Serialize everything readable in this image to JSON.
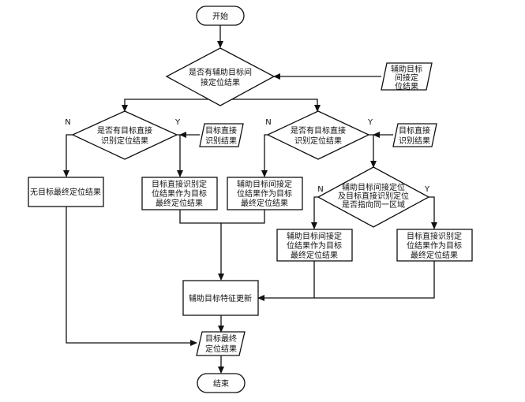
{
  "flowchart": {
    "start": "开始",
    "end": "结束",
    "decision_main": [
      "是否有辅助目标间",
      "接定位结果"
    ],
    "input_aux_result": [
      "辅助目标",
      "间接定",
      "位结果"
    ],
    "decision_left": [
      "是否有目标直接",
      "识别定位结果"
    ],
    "decision_right": [
      "是否有目标直接",
      "识别定位结果"
    ],
    "input_direct_left": [
      "目标直接",
      "识别结果"
    ],
    "input_direct_right": [
      "目标直接",
      "识别结果"
    ],
    "process_none": [
      "无目标最终定位结果"
    ],
    "process_direct_final": [
      "目标直接识别定",
      "位结果作为目标",
      "最终定位结果"
    ],
    "process_aux_final": [
      "辅助目标间接定",
      "位结果作为目标",
      "最终定位结果"
    ],
    "decision_same_area": [
      "辅助目标间接定位",
      "及目标直接识别定位",
      "是否指向同一区域"
    ],
    "process_aux_final_2": [
      "辅助目标间接定",
      "位结果作为目标",
      "最终定位结果"
    ],
    "process_direct_final_2": [
      "目标直接识别定",
      "位结果作为目标",
      "最终定位结果"
    ],
    "process_update": [
      "辅助目标特征更新"
    ],
    "output_final": [
      "目标最终",
      "定位结果"
    ],
    "labels": {
      "yes": "Y",
      "no": "N"
    }
  }
}
